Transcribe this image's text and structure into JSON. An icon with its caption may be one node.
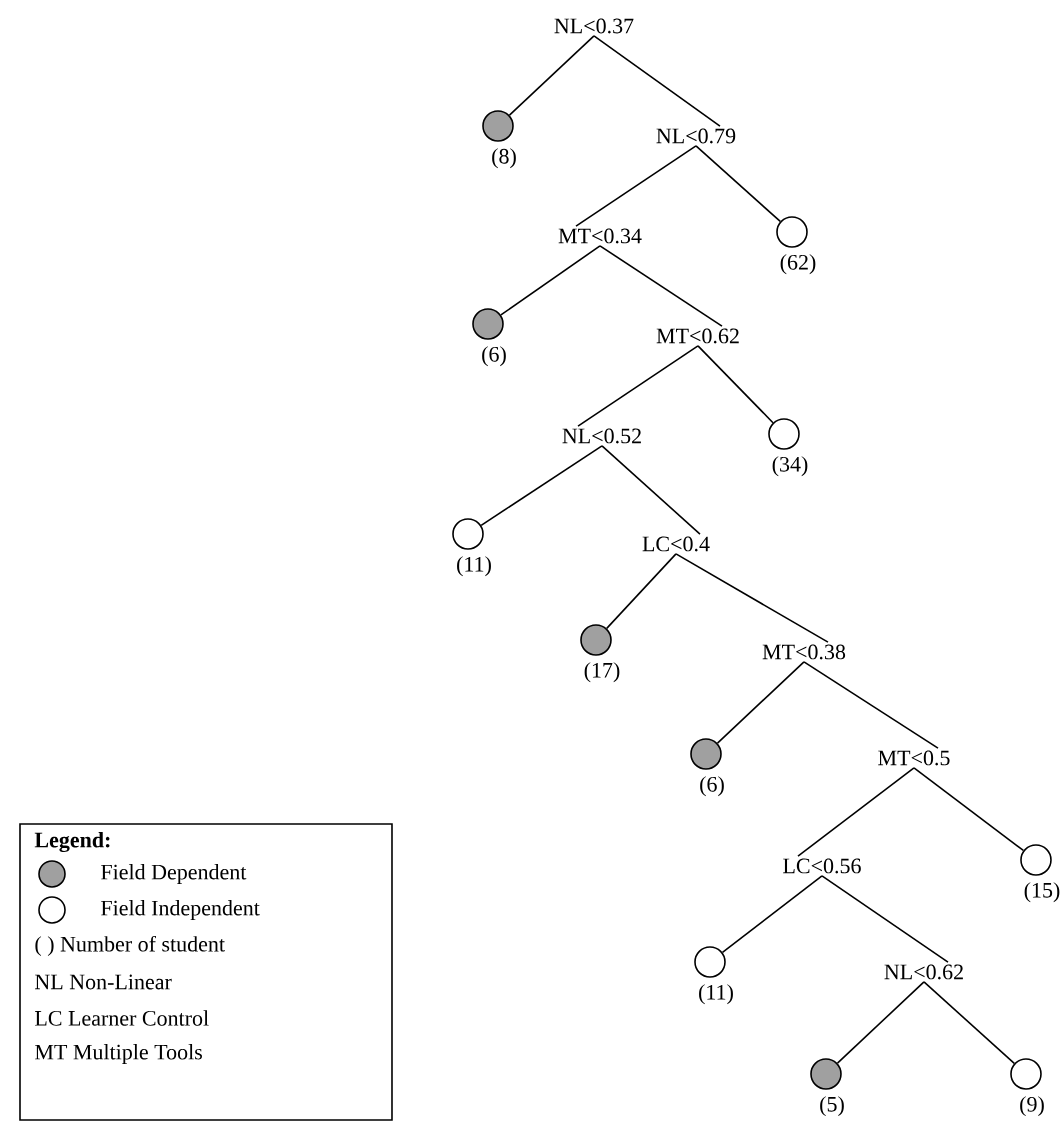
{
  "diagram": {
    "nodes": [
      {
        "text": [
          "NL<0.37"
        ]
      },
      {
        "text": [],
        "shape": "circle",
        "beside": [
          "(8)"
        ]
      },
      {
        "text": [
          "NL<0.79"
        ]
      },
      {
        "text": [
          "MT<0.34"
        ]
      },
      {
        "text": [],
        "shape": "circle",
        "beside": [
          "(62)"
        ]
      },
      {
        "text": [],
        "shape": "circle",
        "beside": [
          "(6)"
        ]
      },
      {
        "text": [
          "MT<0.62"
        ]
      },
      {
        "text": [
          "NL<0.52"
        ]
      },
      {
        "text": [],
        "shape": "circle",
        "beside": [
          "(34)"
        ]
      },
      {
        "text": [],
        "shape": "circle",
        "beside": [
          "(11)"
        ]
      },
      {
        "text": [
          "LC<0.4"
        ]
      },
      {
        "text": [],
        "shape": "circle",
        "beside": [
          "(17)"
        ]
      },
      {
        "text": [
          "MT<0.38"
        ]
      },
      {
        "text": [],
        "shape": "circle",
        "beside": [
          "(6)"
        ]
      },
      {
        "text": [
          "MT<0.5"
        ]
      },
      {
        "text": [
          "LC<0.56"
        ]
      },
      {
        "text": [],
        "shape": "circle",
        "beside": [
          "(15)"
        ]
      },
      {
        "text": [],
        "shape": "circle",
        "beside": [
          "(11)"
        ]
      },
      {
        "text": [
          "NL<0.62"
        ]
      },
      {
        "text": [],
        "shape": "circle",
        "beside": [
          "(5)"
        ]
      },
      {
        "text": [],
        "shape": "circle",
        "beside": [
          "(9)"
        ]
      }
    ],
    "edges": [
      {
        "from": 0,
        "to": 1,
        "arrow": "none"
      },
      {
        "from": 0,
        "to": 2,
        "arrow": "none"
      },
      {
        "from": 2,
        "to": 3,
        "arrow": "none"
      },
      {
        "from": 2,
        "to": 4,
        "arrow": "none"
      },
      {
        "from": 3,
        "to": 5,
        "arrow": "none"
      },
      {
        "from": 3,
        "to": 6,
        "arrow": "none"
      },
      {
        "from": 6,
        "to": 7,
        "arrow": "none"
      },
      {
        "from": 6,
        "to": 8,
        "arrow": "none"
      },
      {
        "from": 7,
        "to": 9,
        "arrow": "none"
      },
      {
        "from": 7,
        "to": 10,
        "arrow": "none"
      },
      {
        "from": 10,
        "to": 11,
        "arrow": "none"
      },
      {
        "from": 10,
        "to": 12,
        "arrow": "none"
      },
      {
        "from": 12,
        "to": 13,
        "arrow": "none"
      },
      {
        "from": 12,
        "to": 14,
        "arrow": "none"
      },
      {
        "from": 14,
        "to": 15,
        "arrow": "none"
      },
      {
        "from": 14,
        "to": 16,
        "arrow": "none"
      },
      {
        "from": 15,
        "to": 17,
        "arrow": "none"
      },
      {
        "from": 15,
        "to": 18,
        "arrow": "none"
      },
      {
        "from": 18,
        "to": 19,
        "arrow": "none"
      },
      {
        "from": 18,
        "to": 20,
        "arrow": "none"
      }
    ],
    "labels": [
      "Legend:"
    ],
    "legend": [
      {
        "text": "Field Dependent",
        "color": "#a0a0a0"
      },
      {
        "text": "Field Independent"
      },
      {
        "text": "( ) Number of student"
      },
      {
        "text": "NL Non-Linear"
      },
      {
        "text": "LC Learner Control"
      },
      {
        "text": "MT Multiple Tools"
      }
    ]
  }
}
